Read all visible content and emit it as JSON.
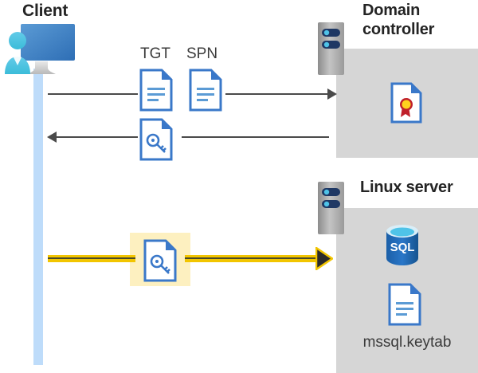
{
  "diagram": {
    "title": "Kerberos authentication flow between client, domain controller, and Linux server",
    "background": "#ffffff"
  },
  "actors": {
    "client": {
      "label": "Client",
      "icon": "desktop-user-icon",
      "lifeline_color": "#bedcfa"
    },
    "domain_controller": {
      "label": "Domain\ncontroller",
      "label_line1": "Domain",
      "label_line2": "controller",
      "icon": "server-rack-icon",
      "panel_color": "#d6d6d6",
      "contents": [
        {
          "name": "certificate-document",
          "icon": "certificate-doc-icon",
          "label": ""
        }
      ]
    },
    "linux_server": {
      "label": "Linux server",
      "icon": "server-rack-icon",
      "panel_color": "#d6d6d6",
      "contents": [
        {
          "name": "sql-database",
          "icon": "sql-database-icon",
          "label": "SQL"
        },
        {
          "name": "keytab-file",
          "icon": "document-icon",
          "label": "mssql.keytab"
        }
      ]
    }
  },
  "flows": [
    {
      "id": "flow1",
      "direction": "client-to-domain-controller",
      "color": "#4a4a4a",
      "style": "single-line",
      "artifacts": [
        {
          "label": "TGT",
          "icon": "document-icon"
        },
        {
          "label": "SPN",
          "icon": "document-icon"
        }
      ]
    },
    {
      "id": "flow2",
      "direction": "domain-controller-to-client",
      "color": "#4a4a4a",
      "style": "single-line",
      "artifacts": [
        {
          "label": "",
          "icon": "key-document-icon"
        }
      ]
    },
    {
      "id": "flow3",
      "direction": "client-to-linux-server",
      "color": "#f2c500",
      "style": "double-line-highlighted",
      "highlight_color": "#fdf0c0",
      "artifacts": [
        {
          "label": "",
          "icon": "key-document-icon"
        }
      ]
    }
  ],
  "colors": {
    "gold": "#f2c500",
    "highlight": "#fdf0c0",
    "panel_gray": "#d6d6d6",
    "arrow_gray": "#4a4a4a",
    "doc_blue": "#3a78c9",
    "lifeline_blue": "#bedcfa",
    "title_gray": "#242424"
  }
}
